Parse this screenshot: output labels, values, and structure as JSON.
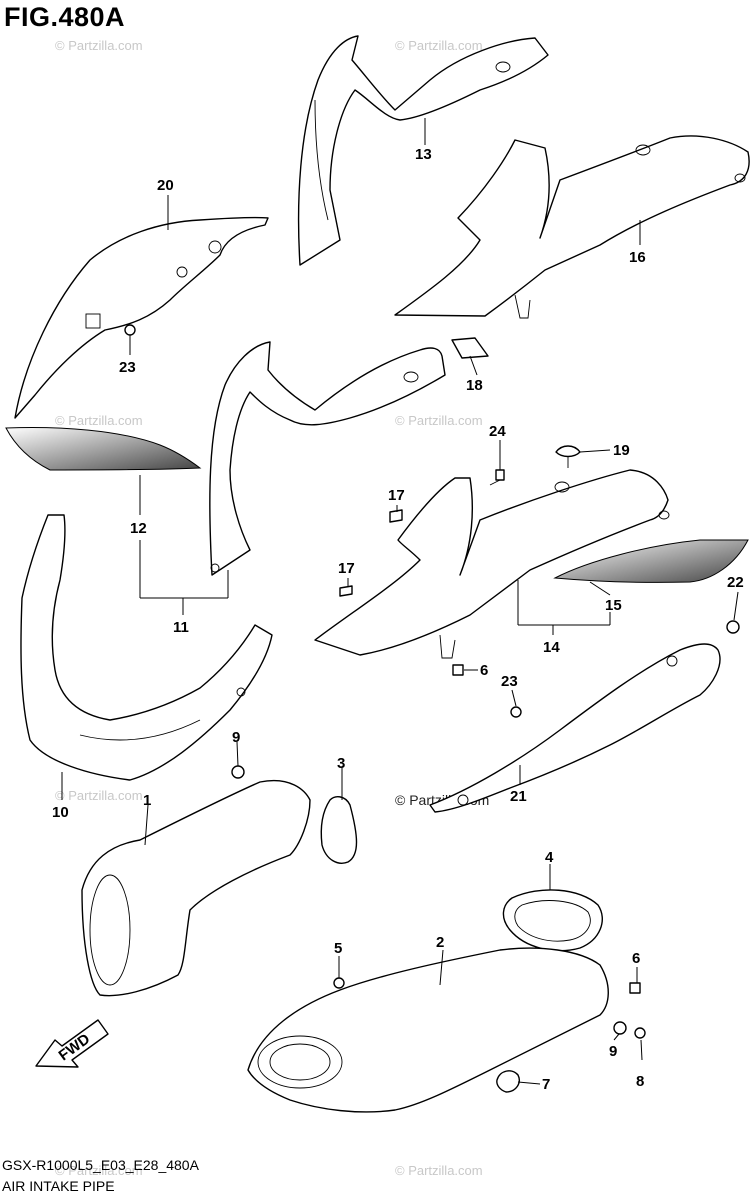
{
  "header": {
    "figure_label": "FIG.480A"
  },
  "footer": {
    "model_code": "GSX-R1000L5_E03_E28_480A",
    "section_name": "AIR INTAKE PIPE"
  },
  "watermark": {
    "text": "© Partzilla.com"
  },
  "fwd_arrow": {
    "label": "FWD"
  },
  "callouts": [
    {
      "id": "c1",
      "label": "1"
    },
    {
      "id": "c2",
      "label": "2"
    },
    {
      "id": "c3",
      "label": "3"
    },
    {
      "id": "c4",
      "label": "4"
    },
    {
      "id": "c5",
      "label": "5"
    },
    {
      "id": "c6a",
      "label": "6"
    },
    {
      "id": "c6b",
      "label": "6"
    },
    {
      "id": "c7",
      "label": "7"
    },
    {
      "id": "c8",
      "label": "8"
    },
    {
      "id": "c9a",
      "label": "9"
    },
    {
      "id": "c9b",
      "label": "9"
    },
    {
      "id": "c10",
      "label": "10"
    },
    {
      "id": "c11",
      "label": "11"
    },
    {
      "id": "c12",
      "label": "12"
    },
    {
      "id": "c13",
      "label": "13"
    },
    {
      "id": "c14",
      "label": "14"
    },
    {
      "id": "c15",
      "label": "15"
    },
    {
      "id": "c16",
      "label": "16"
    },
    {
      "id": "c17a",
      "label": "17"
    },
    {
      "id": "c17b",
      "label": "17"
    },
    {
      "id": "c18",
      "label": "18"
    },
    {
      "id": "c19",
      "label": "19"
    },
    {
      "id": "c20",
      "label": "20"
    },
    {
      "id": "c21",
      "label": "21"
    },
    {
      "id": "c22",
      "label": "22"
    },
    {
      "id": "c23a",
      "label": "23"
    },
    {
      "id": "c23b",
      "label": "23"
    },
    {
      "id": "c24",
      "label": "24"
    }
  ]
}
